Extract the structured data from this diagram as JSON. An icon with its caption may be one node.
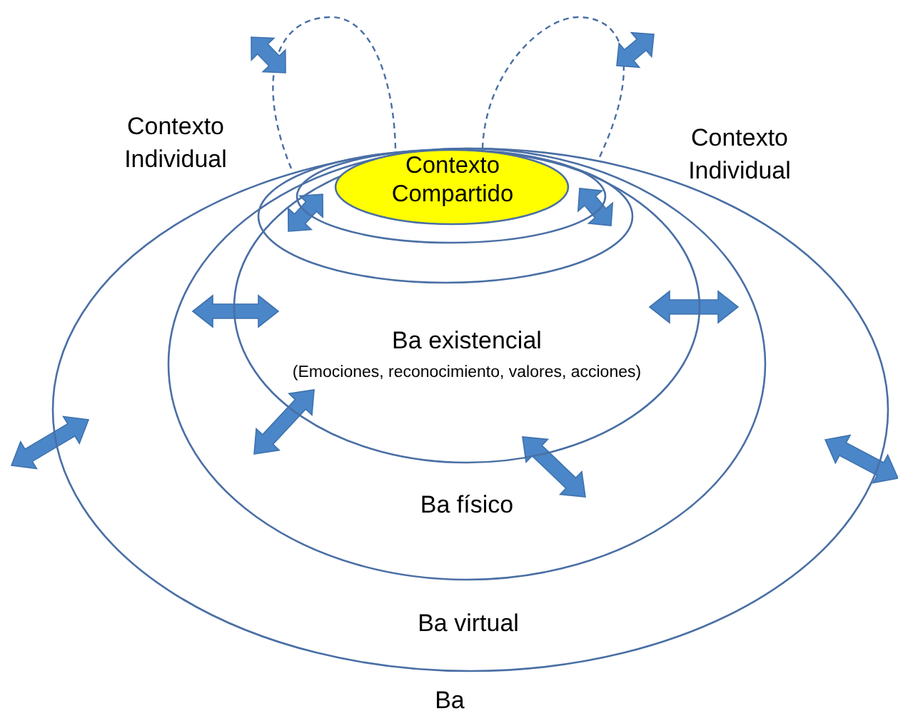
{
  "diagram": {
    "nodes": [
      {
        "text": [
          "Ba virtual"
        ]
      },
      {
        "text": [
          "Ba físico"
        ],
        "in": 0
      },
      {
        "text": [
          "Ba existencial",
          "(Emociones, reconocimiento, valores, acciones)"
        ],
        "in": 1
      },
      {
        "text": [],
        "shape": "ellipse",
        "in": 2
      },
      {
        "text": [],
        "shape": "ellipse",
        "in": 3
      },
      {
        "text": [
          "Contexto Compartido"
        ],
        "in": 4
      }
    ],
    "labels": [
      "Contexto Individual",
      "Contexto Individual",
      "Ba"
    ]
  }
}
